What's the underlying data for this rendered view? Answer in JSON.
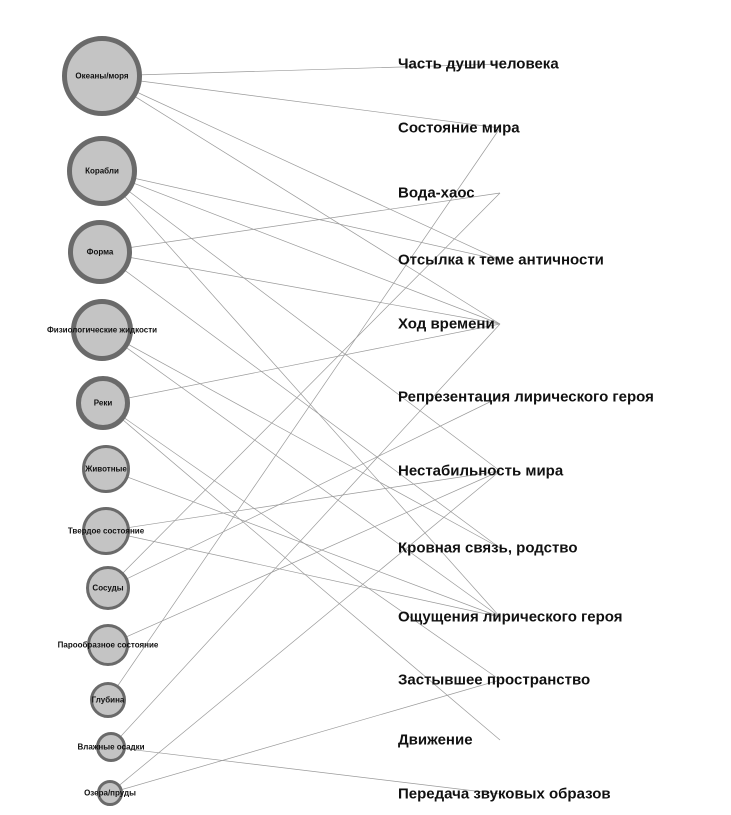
{
  "left_nodes": [
    {
      "label": "Океаны/моря",
      "size": 40
    },
    {
      "label": "Корабли",
      "size": 35
    },
    {
      "label": "Форма",
      "size": 32
    },
    {
      "label": "Физиологические жидкости",
      "size": 31
    },
    {
      "label": "Реки",
      "size": 27
    },
    {
      "label": "Животные",
      "size": 24
    },
    {
      "label": "Твердое состояние",
      "size": 24
    },
    {
      "label": "Сосуды",
      "size": 22
    },
    {
      "label": "Парообразное состояние",
      "size": 21
    },
    {
      "label": "Глубина",
      "size": 18
    },
    {
      "label": "Влажные осадки",
      "size": 15
    },
    {
      "label": "Озера/пруды",
      "size": 13
    }
  ],
  "right_nodes": [
    {
      "label": "Часть души человека"
    },
    {
      "label": "Состояние мира"
    },
    {
      "label": "Вода-хаос"
    },
    {
      "label": "Отсылка к теме античности"
    },
    {
      "label": "Ход времени"
    },
    {
      "label": "Репрезентация лирического героя"
    },
    {
      "label": "Нестабильность мира"
    },
    {
      "label": "Кровная связь, родство"
    },
    {
      "label": "Ощущения лирического героя"
    },
    {
      "label": "Застывшее пространство"
    },
    {
      "label": "Движение"
    },
    {
      "label": "Передача звуковых образов"
    }
  ],
  "edges": [
    [
      0,
      0
    ],
    [
      0,
      1
    ],
    [
      0,
      3
    ],
    [
      0,
      4
    ],
    [
      1,
      3
    ],
    [
      1,
      4
    ],
    [
      1,
      6
    ],
    [
      1,
      8
    ],
    [
      2,
      2
    ],
    [
      2,
      4
    ],
    [
      2,
      7
    ],
    [
      3,
      7
    ],
    [
      3,
      8
    ],
    [
      4,
      4
    ],
    [
      4,
      9
    ],
    [
      4,
      10
    ],
    [
      5,
      8
    ],
    [
      6,
      6
    ],
    [
      6,
      8
    ],
    [
      7,
      2
    ],
    [
      7,
      5
    ],
    [
      8,
      6
    ],
    [
      9,
      1
    ],
    [
      10,
      4
    ],
    [
      10,
      11
    ],
    [
      11,
      6
    ],
    [
      11,
      9
    ]
  ],
  "colors": {
    "node_fill": "#c4c4c4",
    "node_stroke": "#6a6a6a",
    "edge": "#9a9a9a"
  }
}
